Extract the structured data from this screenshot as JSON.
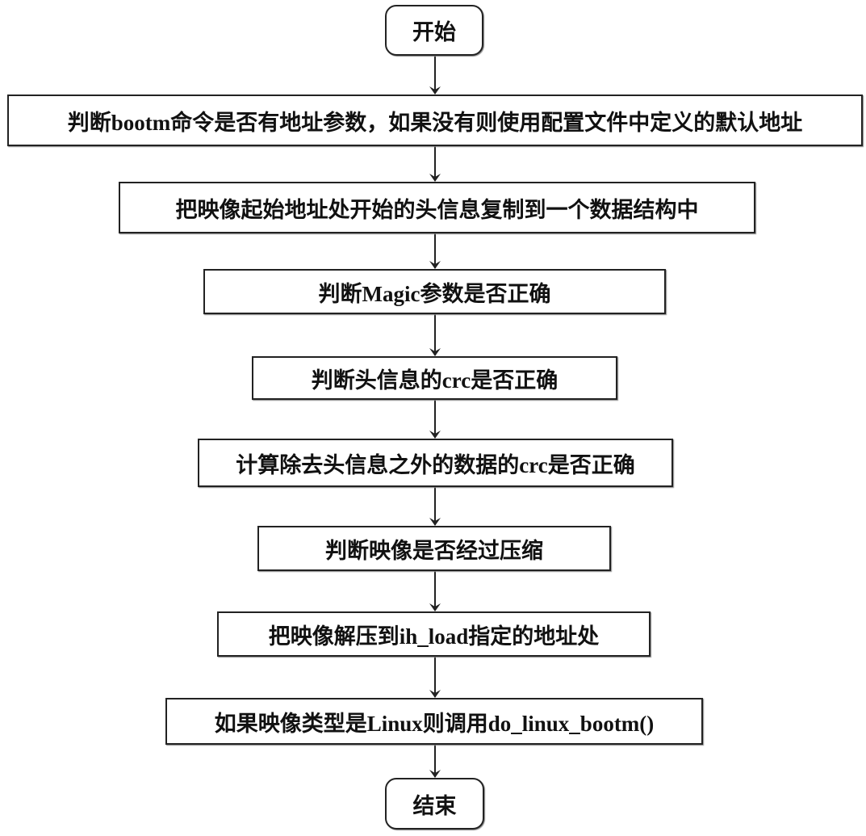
{
  "flowchart": {
    "start": "开始",
    "steps": [
      "判断bootm命令是否有地址参数，如果没有则使用配置文件中定义的默认地址",
      "把映像起始地址处开始的头信息复制到一个数据结构中",
      "判断Magic参数是否正确",
      "判断头信息的crc是否正确",
      "计算除去头信息之外的数据的crc是否正确",
      "判断映像是否经过压缩",
      "把映像解压到ih_load指定的地址处",
      "如果映像类型是Linux则调用do_linux_bootm()"
    ],
    "end": "结束"
  }
}
